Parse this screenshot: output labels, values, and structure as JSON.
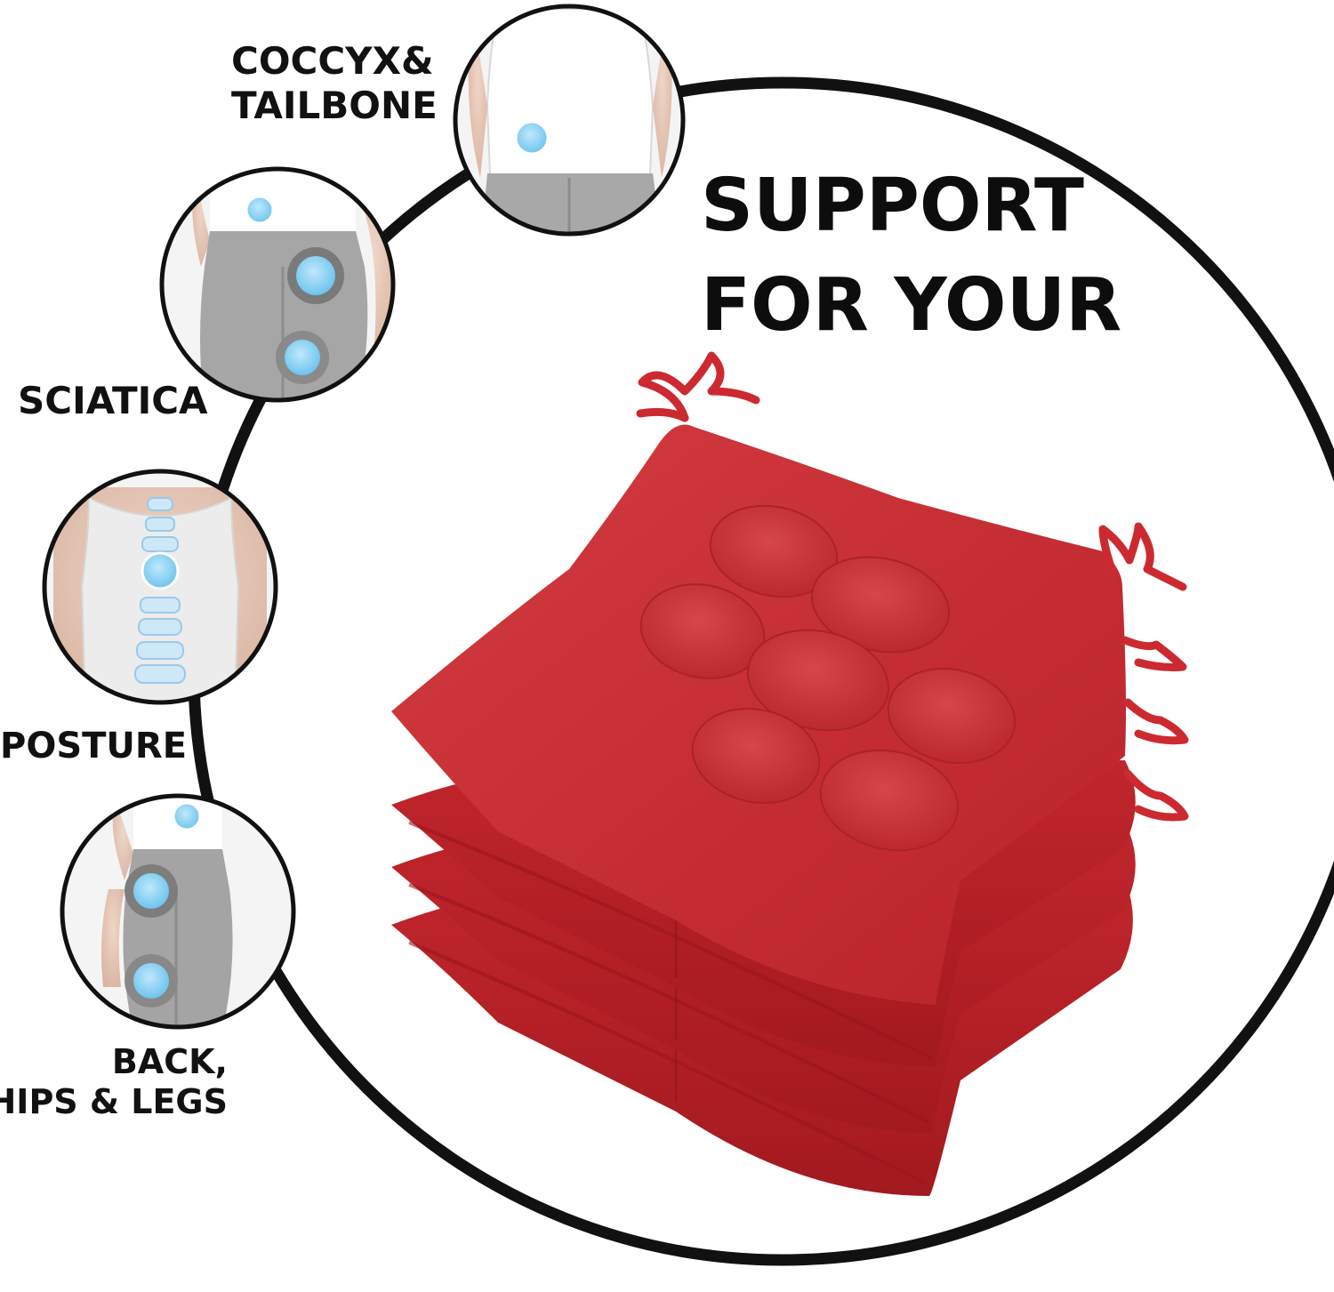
{
  "headline": {
    "line1": "SUPPORT",
    "line2": "FOR YOUR"
  },
  "benefits": [
    {
      "line1": "COCCYX&",
      "line2": "TAILBONE",
      "icon": "tailbone-photo-icon"
    },
    {
      "line1": "SCIATICA",
      "icon": "hips-thighs-photo-icon"
    },
    {
      "line1": "POSTURE",
      "icon": "spine-photo-icon"
    },
    {
      "line1": "BACK,",
      "line2": "HIPS & LEGS",
      "icon": "back-hips-legs-photo-icon"
    }
  ],
  "colors": {
    "cushion_red": "#c8262b",
    "cushion_dark": "#a51a20",
    "highlight_blue": "#8fd3f5",
    "outline": "#111111"
  }
}
